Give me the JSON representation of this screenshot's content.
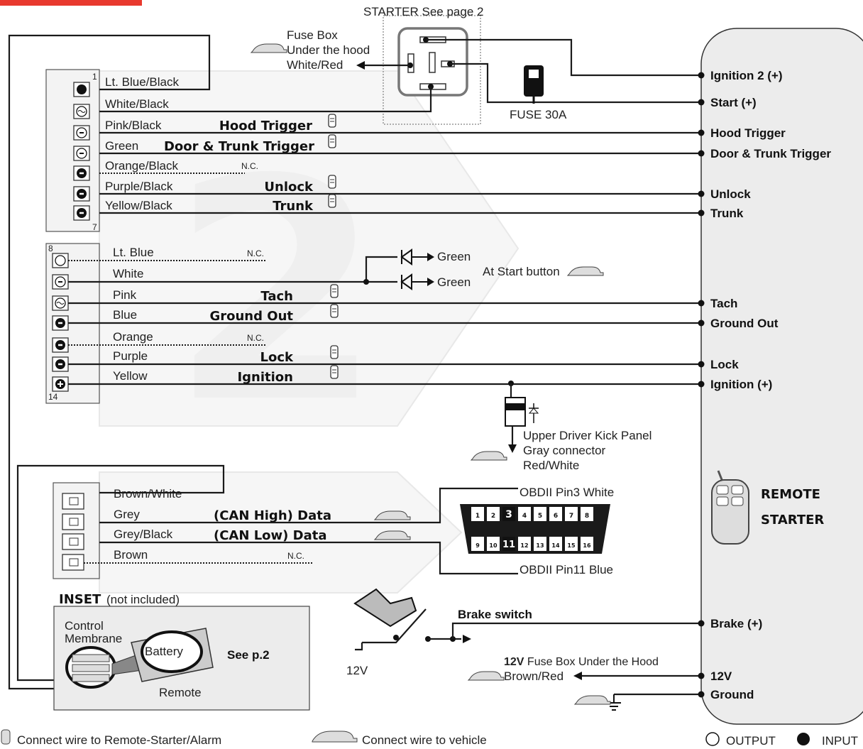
{
  "starter": {
    "title": "STARTER See page 2",
    "fuse_box": [
      "Fuse Box",
      "Under the hood",
      "White/Red"
    ],
    "fuse": "FUSE 30A"
  },
  "conn1": {
    "pin_first": "1",
    "pin_last": "7",
    "wires": [
      {
        "color": "Lt. Blue/Black",
        "func": "",
        "term": "Ignition 2 (+)"
      },
      {
        "color": "White/Black",
        "func": "",
        "term": "Start (+)"
      },
      {
        "color": "Pink/Black",
        "func": "Hood Trigger",
        "term": "Hood Trigger"
      },
      {
        "color": "Green",
        "func": "Door & Trunk Trigger",
        "term": "Door & Trunk Trigger"
      },
      {
        "color": "Orange/Black",
        "func": "",
        "nc": "N.C.",
        "term": ""
      },
      {
        "color": "Purple/Black",
        "func": "Unlock",
        "term": "Unlock"
      },
      {
        "color": "Yellow/Black",
        "func": "Trunk",
        "term": "Trunk"
      }
    ]
  },
  "conn2": {
    "pin_first": "8",
    "pin_last": "14",
    "wires": [
      {
        "color": "Lt. Blue",
        "func": "",
        "nc": "N.C.",
        "term": ""
      },
      {
        "color": "White",
        "func": "",
        "term": ""
      },
      {
        "color": "Pink",
        "func": "Tach",
        "term": "Tach"
      },
      {
        "color": "Blue",
        "func": "Ground Out",
        "term": "Ground Out"
      },
      {
        "color": "Orange",
        "func": "",
        "nc": "N.C.",
        "term": ""
      },
      {
        "color": "Purple",
        "func": "Lock",
        "term": "Lock"
      },
      {
        "color": "Yellow",
        "func": "Ignition",
        "term": "Ignition (+)"
      }
    ],
    "diode_label": "Green",
    "start_button": "At Start button",
    "kick_panel": [
      "Upper  Driver Kick Panel",
      "Gray connector",
      "Red/White"
    ]
  },
  "conn3": {
    "wires": [
      {
        "color": "Brown/White",
        "func": ""
      },
      {
        "color": "Grey",
        "func": "(CAN High) Data"
      },
      {
        "color": "Grey/Black",
        "func": "(CAN Low) Data"
      },
      {
        "color": "Brown",
        "func": "",
        "nc": "N.C."
      }
    ],
    "obd_pin3": "OBDII Pin3 White",
    "obd_pin11": "OBDII Pin11 Blue",
    "obd_top": [
      "1",
      "2",
      "3",
      "4",
      "5",
      "6",
      "7",
      "8"
    ],
    "obd_bottom": [
      "9",
      "10",
      "11",
      "12",
      "13",
      "14",
      "15",
      "16"
    ]
  },
  "inset": {
    "title": "INSET",
    "subtitle": "(not included)",
    "control": [
      "Control",
      "Membrane"
    ],
    "battery": "Battery",
    "remote": "Remote",
    "see": "See p.2"
  },
  "brake": {
    "label": "Brake switch",
    "term": "Brake (+)",
    "v12": "12V"
  },
  "power": {
    "fuse_bold": "12V",
    "fuse_rest": " Fuse Box Under the Hood",
    "wire": "Brown/Red",
    "term12": "12V",
    "ground": "Ground"
  },
  "unit": {
    "line1": "REMOTE",
    "line2": "STARTER"
  },
  "legend": {
    "remote": "Connect wire to Remote-Starter/Alarm",
    "vehicle": "Connect wire to vehicle",
    "output": "OUTPUT",
    "input": "INPUT"
  }
}
